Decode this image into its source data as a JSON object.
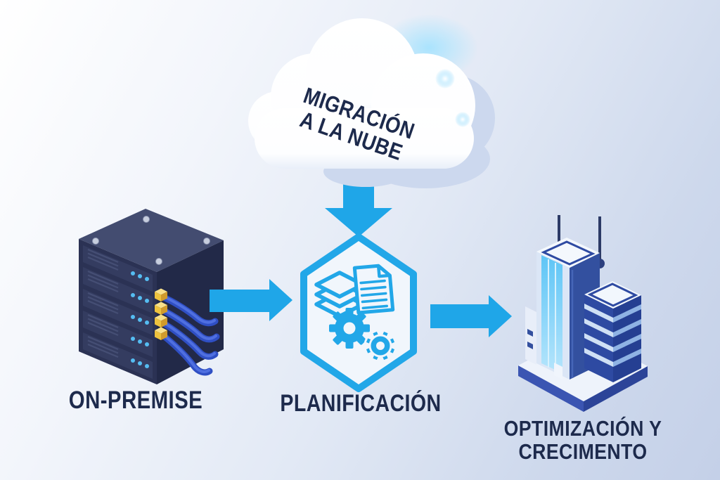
{
  "diagram": {
    "title": "MIGRACIÓN A LA NUBE",
    "cloud": {
      "label_line1": "MIGRACIÓN",
      "label_line2": "A LA NUBE"
    },
    "stages": {
      "on_premise": {
        "label": "ON-PREMISE"
      },
      "planificacion": {
        "label": "PLANIFICACIÓN"
      },
      "optimizacion": {
        "label_line1": "OPTIMIZACIÓN Y",
        "label_line2": "CRECIMENTO"
      }
    },
    "connections": [
      {
        "from": "cloud",
        "to": "planificacion",
        "direction": "down"
      },
      {
        "from": "on_premise",
        "to": "planificacion",
        "direction": "right"
      },
      {
        "from": "planificacion",
        "to": "optimizacion",
        "direction": "right"
      }
    ],
    "icons": {
      "cloud": "cloud-icon",
      "server": "server-rack-icon",
      "hexagon": "hexagon-badge",
      "stack": "layer-stack-icon",
      "document": "document-icon",
      "gears": "gears-icon",
      "buildings": "buildings-icon",
      "sparkles": "sparkle-icon"
    },
    "colors": {
      "arrow_cyan": "#1fa6e8",
      "hexagon_stroke": "#22a7e8",
      "hexagon_fill": "#f1f6fc",
      "label_navy": "#1d2a4c",
      "background_from": "#ffffff",
      "background_to": "#c4d0e8",
      "cloud_white": "#ffffff",
      "cloud_shadow": "#ccd8ee",
      "server_front": "#2b3254",
      "server_side": "#222948",
      "server_top": "#434c70",
      "led_blue": "#55bdf2",
      "port_yellow": "#eec23e",
      "cable_blue": "#2f4fc4",
      "building_blue": "#3452ae",
      "building_dark": "#253f92",
      "glass_cyan": "#5ec5f6",
      "platform_light": "#eef3fb"
    }
  }
}
